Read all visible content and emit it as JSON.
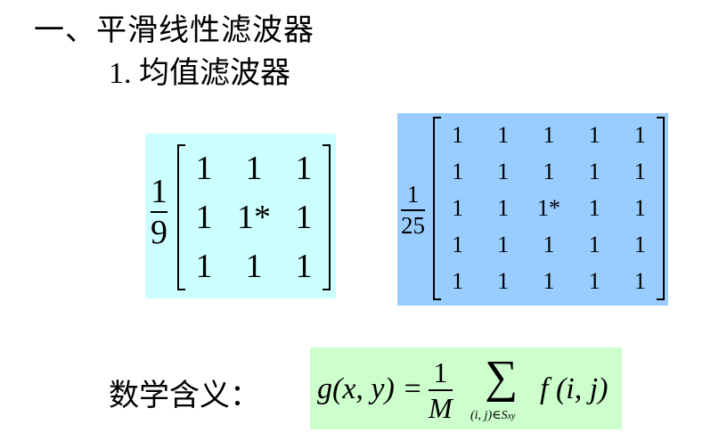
{
  "heading": {
    "title": "一、平滑线性滤波器",
    "subtitle_number": "1.",
    "subtitle_text": "均值滤波器"
  },
  "matrix3": {
    "coef_num": "1",
    "coef_den": "9",
    "rows": [
      [
        "1",
        "1",
        "1"
      ],
      [
        "1",
        "1*",
        "1"
      ],
      [
        "1",
        "1",
        "1"
      ]
    ],
    "bg": "#ccffff"
  },
  "matrix5": {
    "coef_num": "1",
    "coef_den": "25",
    "rows": [
      [
        "1",
        "1",
        "1",
        "1",
        "1"
      ],
      [
        "1",
        "1",
        "1",
        "1",
        "1"
      ],
      [
        "1",
        "1",
        "1*",
        "1",
        "1"
      ],
      [
        "1",
        "1",
        "1",
        "1",
        "1"
      ],
      [
        "1",
        "1",
        "1",
        "1",
        "1"
      ]
    ],
    "bg": "#99ccff"
  },
  "meaning": {
    "label": "数学含义：",
    "formula_lhs": "g(x, y) =",
    "frac_num": "1",
    "frac_den": "M",
    "sum_symbol": "∑",
    "sum_sub": "(i, j)∈S",
    "sum_sub_index": "xy",
    "formula_rhs": "f (i, j)",
    "bg": "#ccffcc"
  }
}
